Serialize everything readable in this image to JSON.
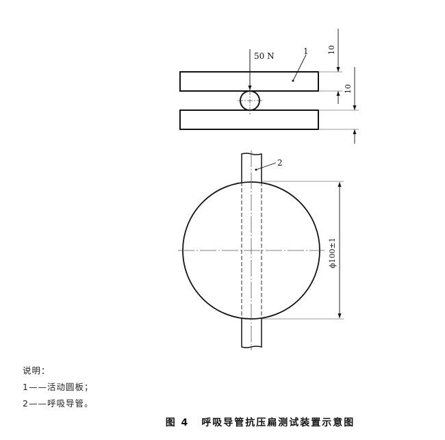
{
  "figure": {
    "side_view": {
      "force_label": "50 N",
      "callout_1": "1",
      "dim_top": "10",
      "dim_bottom": "10"
    },
    "top_view": {
      "callout_2": "2",
      "diameter_label": "ϕ100±1"
    }
  },
  "legend": {
    "heading": "说明：",
    "items": [
      {
        "num": "1",
        "dash": "——",
        "text": "活动圆板；"
      },
      {
        "num": "2",
        "dash": "——",
        "text": "呼吸导管。"
      }
    ]
  },
  "caption": {
    "number": "图 4",
    "title": "呼吸导管抗压扁测试装置示意图"
  }
}
